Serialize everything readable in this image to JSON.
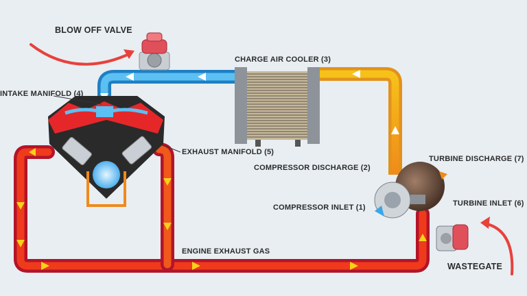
{
  "labels": {
    "blow_off_valve": "BLOW OFF VALVE",
    "charge_air_cooler": "CHARGE AIR COOLER (3)",
    "intake_manifold": "INTAKE MANIFOLD (4)",
    "exhaust_manifold": "EXHAUST MANIFOLD (5)",
    "compressor_discharge": "COMPRESSOR DISCHARGE (2)",
    "turbine_discharge": "TURBINE DISCHARGE (7)",
    "compressor_inlet": "COMPRESSOR INLET (1)",
    "turbine_inlet": "TURBINE INLET (6)",
    "engine_exhaust_gas": "ENGINE EXHAUST GAS",
    "wastegate": "WASTEGATE"
  },
  "colors": {
    "background": "#e8eef2",
    "intake_air": "#3aa6e6",
    "compressed_air": "#f2b51c",
    "exhaust": "#e3261f",
    "flow_arrow": "#f4d21b",
    "pointer_arrow": "#e8413c"
  }
}
